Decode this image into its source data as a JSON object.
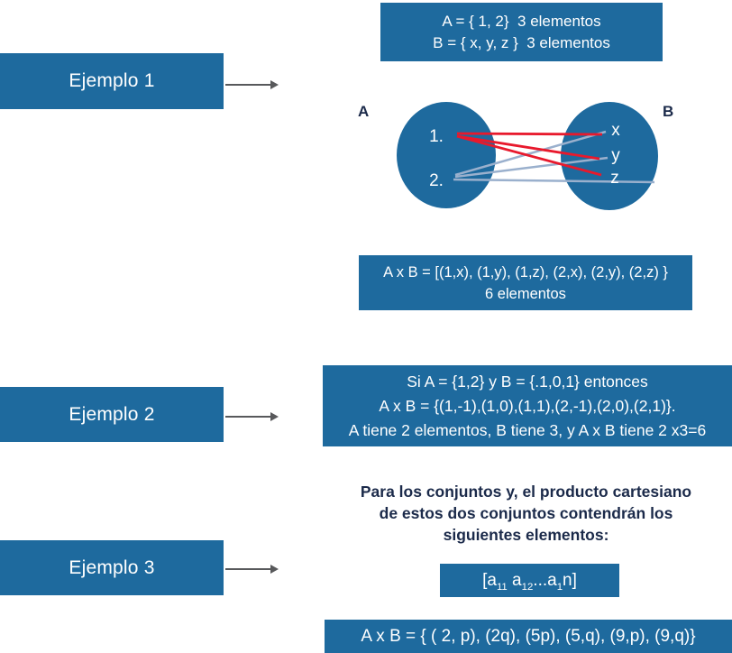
{
  "colors": {
    "box_blue": "#1e6a9e",
    "heading_navy": "#1b2a4a",
    "red_line": "#e8192c",
    "gray_line": "#9ab0cd",
    "arrow_gray": "#58595b"
  },
  "example1": {
    "label": "Ejemplo 1",
    "sets_box": {
      "line1": "A = { 1, 2}  3 elementos",
      "line2": "B = { x, y, z }  3 elementos"
    },
    "diagram": {
      "left_set_label": "A",
      "right_set_label": "B",
      "left_items": [
        "1.",
        "2."
      ],
      "right_items": [
        "x",
        "y",
        "z"
      ]
    },
    "result_box": {
      "line1": "A x B = [(1,x), (1,y), (1,z), (2,x), (2,y), (2,z) }",
      "line2": "6 elementos"
    }
  },
  "example2": {
    "label": "Ejemplo 2",
    "box": {
      "line1": "Si A = {1,2} y B = {.1,0,1} entonces",
      "line2": "A x B = {(1,-1),(1,0),(1,1),(2,-1),(2,0),(2,1)}.",
      "line3": "A tiene 2 elementos, B tiene 3, y A x B tiene 2 x3=6"
    }
  },
  "example3": {
    "label": "Ejemplo 3",
    "intro": {
      "line1": "Para los conjuntos y, el producto cartesiano",
      "line2": "de estos dos conjuntos contendrán los",
      "line3": "siguientes elementos:"
    },
    "matrix_box": {
      "pre": "[a",
      "sub1": "11",
      "mid": " a",
      "sub2": "12",
      "dots": "...a",
      "sub3": "1",
      "post": "n]"
    },
    "result_box": "A x B = { ( 2, p), (2q), (5p), (5,q), (9,p), (9,q)}"
  }
}
